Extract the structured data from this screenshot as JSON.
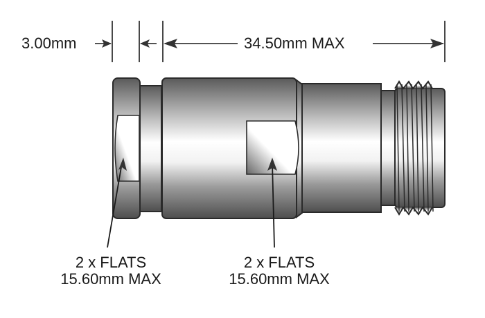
{
  "diagram": {
    "type": "connector-dimension-drawing",
    "dimensions": {
      "flange_thickness": "3.00mm",
      "overall_length": "34.50mm MAX"
    },
    "callouts": [
      {
        "line1": "2 x FLATS",
        "line2": "15.60mm MAX"
      },
      {
        "line1": "2 x FLATS",
        "line2": "15.60mm MAX"
      }
    ],
    "colors": {
      "line": "#1a1a1a",
      "metal_dark": "#555555",
      "metal_light": "#ffffff"
    }
  }
}
